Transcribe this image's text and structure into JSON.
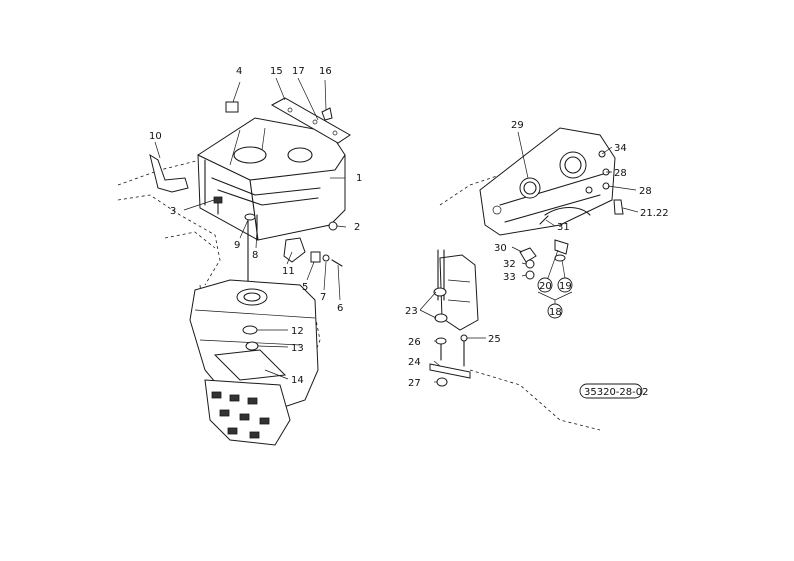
{
  "colors": {
    "ink": "#1a1a1a",
    "paper": "#ffffff"
  },
  "callouts": {
    "c1": "1",
    "c2": "2",
    "c3": "3",
    "c4": "4",
    "c5": "5",
    "c6": "6",
    "c7": "7",
    "c8": "8",
    "c9": "9",
    "c10": "10",
    "c11": "11",
    "c12": "12",
    "c13": "13",
    "c14": "14",
    "c15": "15",
    "c16": "16",
    "c17": "17",
    "c18": "18",
    "c19": "19",
    "c20": "20",
    "c21_22": "21.22",
    "c23": "23",
    "c24": "24",
    "c25": "25",
    "c26": "26",
    "c27": "27",
    "c28a": "28",
    "c28b": "28",
    "c29": "29",
    "c30": "30",
    "c31": "31",
    "c32": "32",
    "c33": "33",
    "c34": "34"
  },
  "reference_code": "35320-28-02"
}
